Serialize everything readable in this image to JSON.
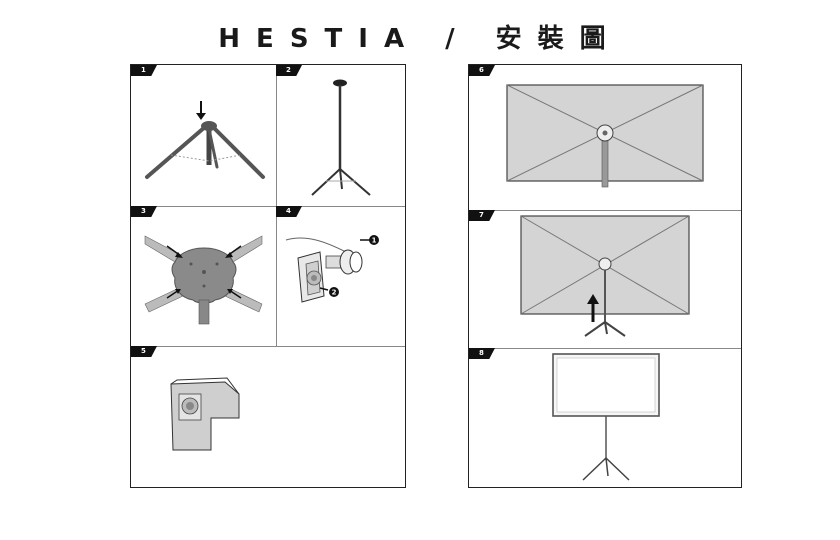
{
  "header": {
    "title": "HESTIA / 安裝圖"
  },
  "steps": [
    {
      "label": "1"
    },
    {
      "label": "2"
    },
    {
      "label": "3"
    },
    {
      "label": "4"
    },
    {
      "label": "5"
    },
    {
      "label": "6"
    },
    {
      "label": "7"
    },
    {
      "label": "8"
    }
  ],
  "callouts": {
    "one": "1",
    "two": "2"
  },
  "colors": {
    "screen_fill": "#d4d4d4",
    "border": "#222222",
    "tag": "#111111"
  }
}
